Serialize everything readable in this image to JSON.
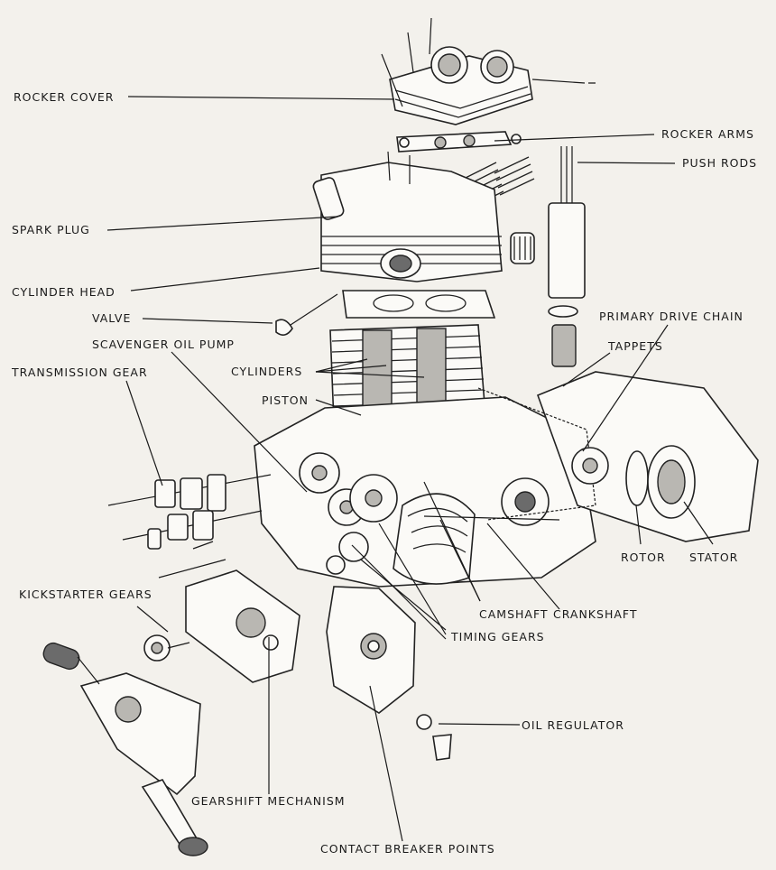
{
  "labels": {
    "rocker_cover": "ROCKER COVER",
    "rocker_arms": "ROCKER ARMS",
    "push_rods": "PUSH RODS",
    "spark_plug": "SPARK PLUG",
    "cylinder_head": "CYLINDER HEAD",
    "valve": "VALVE",
    "primary_drive_chain": "PRIMARY DRIVE CHAIN",
    "scavenger_oil_pump": "SCAVENGER OIL PUMP",
    "tappets": "TAPPETS",
    "transmission_gear": "TRANSMISSION GEAR",
    "cylinders": "CYLINDERS",
    "piston": "PISTON",
    "rotor": "ROTOR",
    "stator": "STATOR",
    "kickstarter_gears": "KICKSTARTER GEARS",
    "camshaft": "CAMSHAFT",
    "crankshaft": "CRANKSHAFT",
    "timing_gears": "TIMING GEARS",
    "oil_regulator": "OIL REGULATOR",
    "gearshift_mechanism": "GEARSHIFT MECHANISM",
    "contact_breaker_points": "CONTACT BREAKER POINTS"
  }
}
